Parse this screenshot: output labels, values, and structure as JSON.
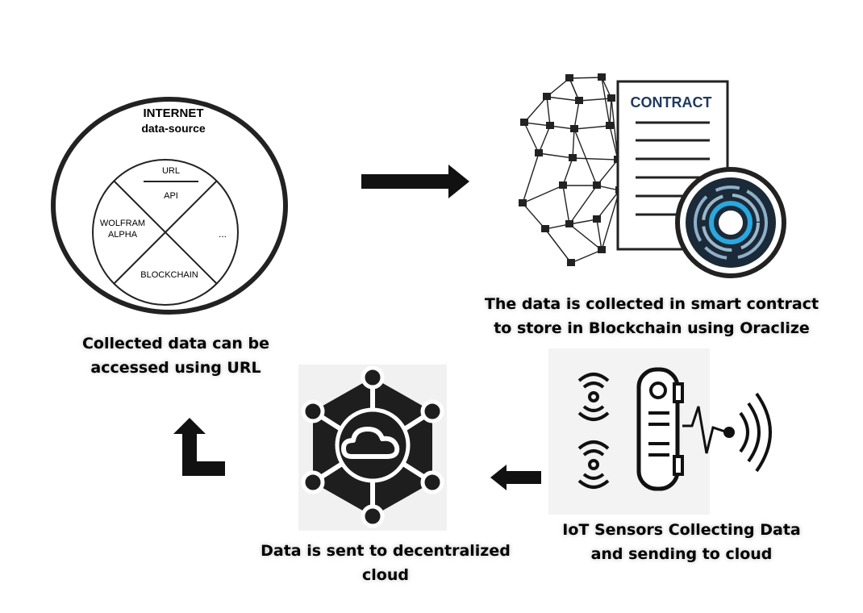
{
  "internet": {
    "title": "INTERNET",
    "subtitle": "data-source",
    "url": "URL",
    "api": "API",
    "wolfram_line1": "WOLFRAM",
    "wolfram_line2": "ALPHA",
    "ellipsis": "...",
    "blockchain": "BLOCKCHAIN"
  },
  "contract": {
    "label": "CONTRACT"
  },
  "captions": {
    "collected_line1": "Collected data can be",
    "collected_line2": "accessed using URL",
    "smart_line1": "The data is collected in smart contract",
    "smart_line2": "to store in Blockchain using Oraclize",
    "iot_line1": "IoT Sensors Collecting Data",
    "iot_line2": "and sending to cloud",
    "cloud_line1": "Data is sent to decentralized",
    "cloud_line2": "cloud"
  },
  "icons": [
    "internet-data-source-icon",
    "blockchain-network-icon",
    "contract-document-icon",
    "fingerprint-seal-icon",
    "iot-sensor-icon",
    "decentralized-cloud-icon",
    "arrow-right-icon",
    "arrow-left-icon",
    "arrow-up-icon"
  ],
  "colors": {
    "contract_text": "#1f3a5f",
    "seal_blue": "#2aa8e0",
    "dark": "#111111"
  }
}
